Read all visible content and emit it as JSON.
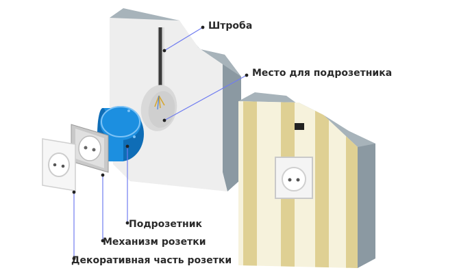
{
  "labels": {
    "chase": "Штроба",
    "box_place": "Место для подрозетника",
    "box": "Подрозетник",
    "mechanism": "Механизм розетки",
    "decor": "Декоративная часть розетки"
  },
  "colors": {
    "wall_face": "#eeeeee",
    "wall_edge": "#8b99a2",
    "wall_top": "#a7b3ba",
    "box_blue": "#1c8fe0",
    "box_dark": "#0f6db6",
    "plate": "#f6f6f6",
    "frame": "#c9c9c9",
    "cable": "#3a3a3a",
    "leader": "#6f7cf0",
    "wallpaper_light": "#f6f2dc",
    "wallpaper_stripe": "#dfd093"
  },
  "icons": [
    "socket-outlet-icon"
  ]
}
